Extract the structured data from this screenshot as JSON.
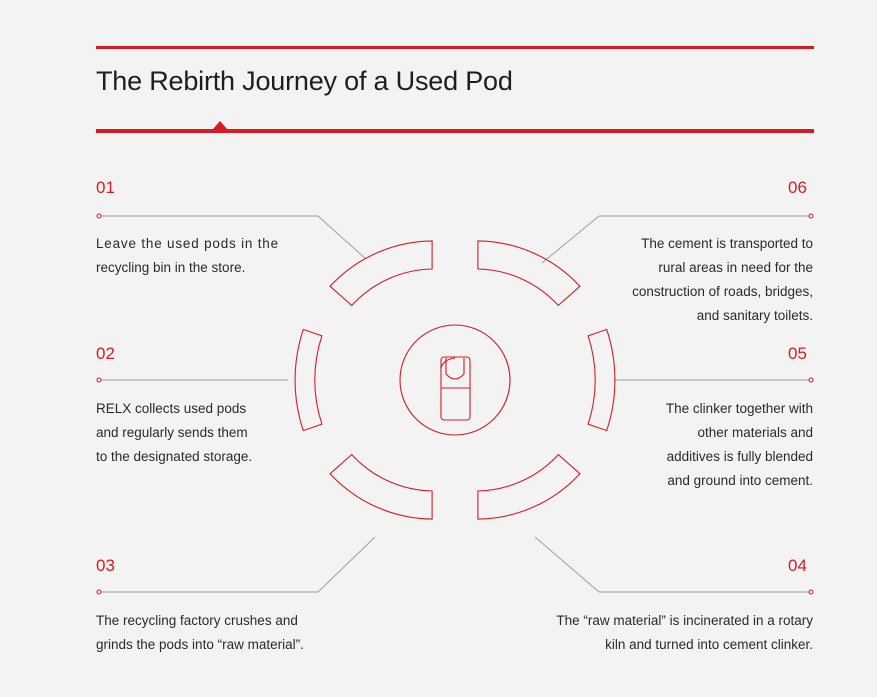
{
  "title": "The Rebirth Journey of a Used Pod",
  "colors": {
    "accent": "#d41c24",
    "background": "#f3f3f3",
    "text": "#2a2a2a",
    "connector": "#9a9a9a"
  },
  "center_icon": "pod-icon",
  "steps": [
    {
      "number": "01",
      "lines": [
        "Leave the used pods in the",
        "recycling  bin in the store."
      ]
    },
    {
      "number": "02",
      "lines": [
        "RELX collects used pods",
        "and regularly sends them",
        "to the designated storage."
      ]
    },
    {
      "number": "03",
      "lines": [
        "The recycling factory crushes and",
        "grinds the pods into “raw material”."
      ]
    },
    {
      "number": "04",
      "lines": [
        "The “raw material” is incinerated in a rotary",
        "kiln and turned into cement clinker."
      ]
    },
    {
      "number": "05",
      "lines": [
        "The clinker together with",
        "other materials and",
        "additives is fully blended",
        "and ground into cement."
      ]
    },
    {
      "number": "06",
      "lines": [
        "The cement is transported to",
        "rural areas in need for the",
        "construction of roads, bridges,",
        "and sanitary toilets."
      ]
    }
  ]
}
